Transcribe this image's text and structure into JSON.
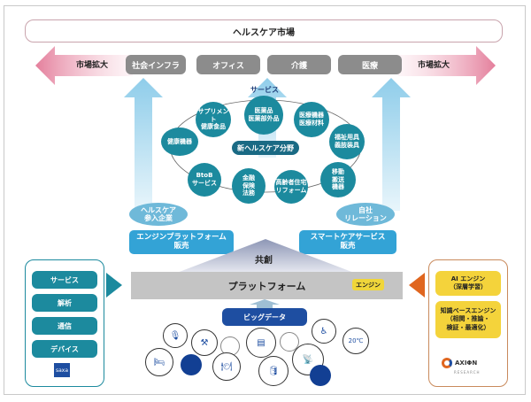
{
  "market": {
    "title": "ヘルスケア市場"
  },
  "expansion": {
    "left_label": "市場拡大",
    "right_label": "市場拡大",
    "arrow_color": "#e47f9c"
  },
  "segments": [
    {
      "label": "社会インフラ"
    },
    {
      "label": "オフィス"
    },
    {
      "label": "介護"
    },
    {
      "label": "医療"
    }
  ],
  "services": {
    "heading": "サービス",
    "center": "新ヘルスケア分野",
    "nodes": [
      {
        "label": "健康機器"
      },
      {
        "label": "サプリメント\n健康食品"
      },
      {
        "label": "医薬品\n医薬部外品"
      },
      {
        "label": "医療機器\n医療材料"
      },
      {
        "label": "福祉用具\n義肢装具"
      },
      {
        "label": "移動\n搬送\n機器"
      },
      {
        "label": "高齢者住宅\nリフォーム"
      },
      {
        "label": "金融\n保険\n法務"
      },
      {
        "label": "BtoB\nサービス"
      }
    ]
  },
  "channels": {
    "left_oval": "ヘルスケア\n参入企業",
    "left_box": "エンジンプラットフォーム\n販売",
    "right_oval": "自社\nリレーション",
    "right_box": "スマートケアサービス\n販売"
  },
  "core": {
    "cocreation": "共創",
    "platform": "プラットフォーム",
    "engine_tag": "エンジン",
    "bigdata": "ビッグデータ"
  },
  "left_panel": {
    "items": [
      {
        "label": "サービス"
      },
      {
        "label": "解析"
      },
      {
        "label": "通信"
      },
      {
        "label": "デバイス"
      }
    ],
    "logo": "saxa"
  },
  "right_panel": {
    "items": [
      {
        "label": "AI エンジン\n（深層学習）"
      },
      {
        "label": "知識ベースエンジン\n（相関・推論・\n検証・最適化）"
      }
    ],
    "logo": "AXIΦN",
    "logo_sub": "RESEARCH"
  },
  "data_icons": [
    {
      "name": "microphone-icon"
    },
    {
      "name": "tool-icon"
    },
    {
      "name": "document-icon"
    },
    {
      "name": "person-sensor-icon"
    },
    {
      "name": "thermometer-icon",
      "label": "20℃"
    },
    {
      "name": "bed-sensor-icon"
    },
    {
      "name": "plate-icon"
    },
    {
      "name": "database-icon"
    },
    {
      "name": "probe-icon"
    }
  ],
  "colors": {
    "teal": "#1c8a9e",
    "navy": "#1e4ea1",
    "sky": "#33a3d6",
    "yellow": "#f4d33b",
    "orange": "#e0661f",
    "grey": "#8c8c8c"
  }
}
